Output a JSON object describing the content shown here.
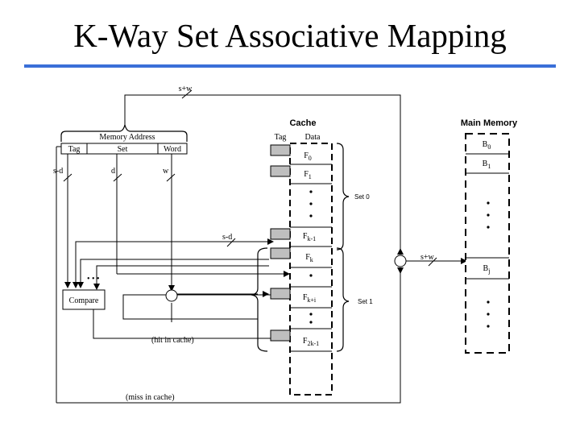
{
  "slide": {
    "title": "K-Way Set Associative Mapping"
  },
  "colors": {
    "rule": "#3a6fd8",
    "tag_fill": "#bfbfbf",
    "line": "#000000"
  },
  "memory_address": {
    "label": "Memory Address",
    "fields": [
      "Tag",
      "Set",
      "Word"
    ],
    "width_label": "s+w",
    "tag_bits": "s-d",
    "set_bits": "d",
    "word_bits": "w"
  },
  "cache": {
    "title": "Cache",
    "col_tag": "Tag",
    "col_data": "Data",
    "lines": {
      "f0": {
        "base": "F",
        "sub": "0"
      },
      "f1": {
        "base": "F",
        "sub": "1"
      },
      "fk1": {
        "base": "F",
        "sub": "k-1"
      },
      "fk": {
        "base": "F",
        "sub": "k"
      },
      "fkp1": {
        "base": "F",
        "sub": "k+i"
      },
      "f2k1": {
        "base": "F",
        "sub": "2k-1"
      }
    },
    "sets": [
      "Set 0",
      "Set 1"
    ],
    "compare_width": "s-d"
  },
  "main_memory": {
    "title": "Main Memory",
    "blocks": {
      "b0": {
        "base": "B",
        "sub": "0"
      },
      "b1": {
        "base": "B",
        "sub": "1"
      },
      "bj": {
        "base": "B",
        "sub": "j"
      }
    },
    "bus_width": "s+w"
  },
  "compare": {
    "label": "Compare",
    "hit": "(hit in cache)",
    "miss": "(miss in cache)"
  }
}
